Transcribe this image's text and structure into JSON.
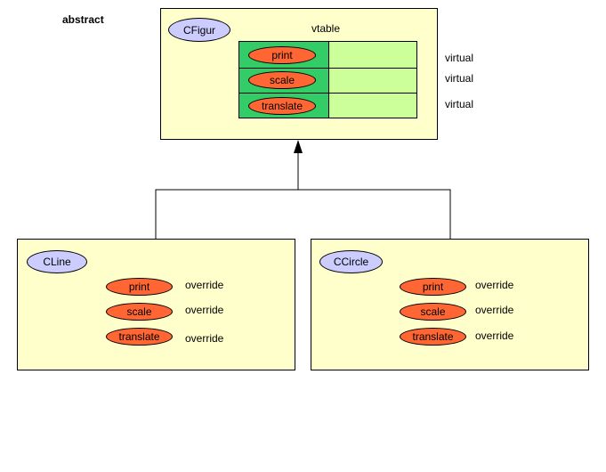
{
  "abstract_label": "abstract",
  "base": {
    "class_name": "CFigur",
    "vtable_label": "vtable",
    "methods": [
      {
        "name": "print",
        "modifier": "virtual"
      },
      {
        "name": "scale",
        "modifier": "virtual"
      },
      {
        "name": "translate",
        "modifier": "virtual"
      }
    ]
  },
  "derived": [
    {
      "class_name": "CLine",
      "methods": [
        {
          "name": "print",
          "modifier": "override"
        },
        {
          "name": "scale",
          "modifier": "override"
        },
        {
          "name": "translate",
          "modifier": "override"
        }
      ]
    },
    {
      "class_name": "CCircle",
      "methods": [
        {
          "name": "print",
          "modifier": "override"
        },
        {
          "name": "scale",
          "modifier": "override"
        },
        {
          "name": "translate",
          "modifier": "override"
        }
      ]
    }
  ],
  "colors": {
    "box_fill": "#ffffcc",
    "class_oval": "#ccccff",
    "method_oval": "#ff6633",
    "vtable_left": "#33cc66",
    "vtable_right": "#ccff99"
  }
}
